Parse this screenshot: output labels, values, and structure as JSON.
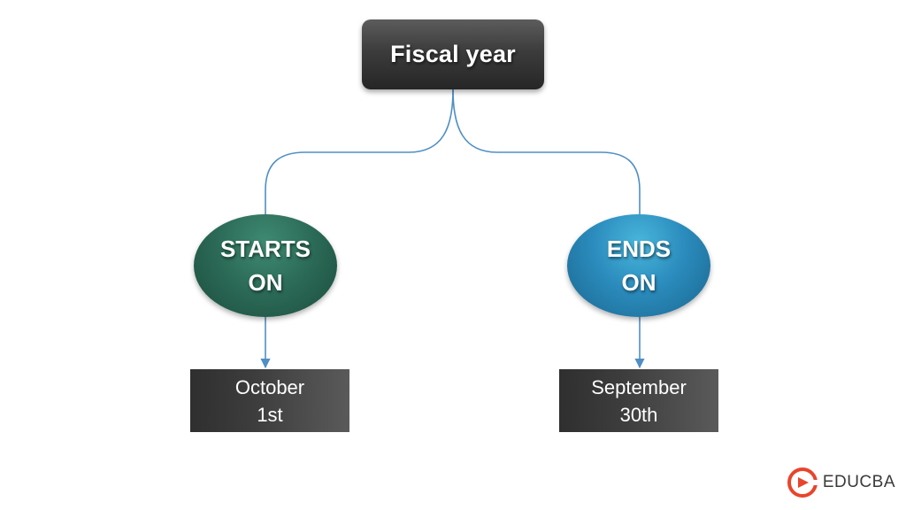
{
  "diagram": {
    "root": {
      "label": "Fiscal year"
    },
    "branches": [
      {
        "label": "STARTS\nON",
        "value": "October\n1st",
        "color": "#2c6c58"
      },
      {
        "label": "ENDS\nON",
        "value": "September\n30th",
        "color": "#2b8cbd"
      }
    ],
    "connector_color": "#4f8fc4"
  },
  "brand": {
    "name": "EDUCBA",
    "icon": "educba-logo-icon",
    "accent": "#e8452c"
  }
}
